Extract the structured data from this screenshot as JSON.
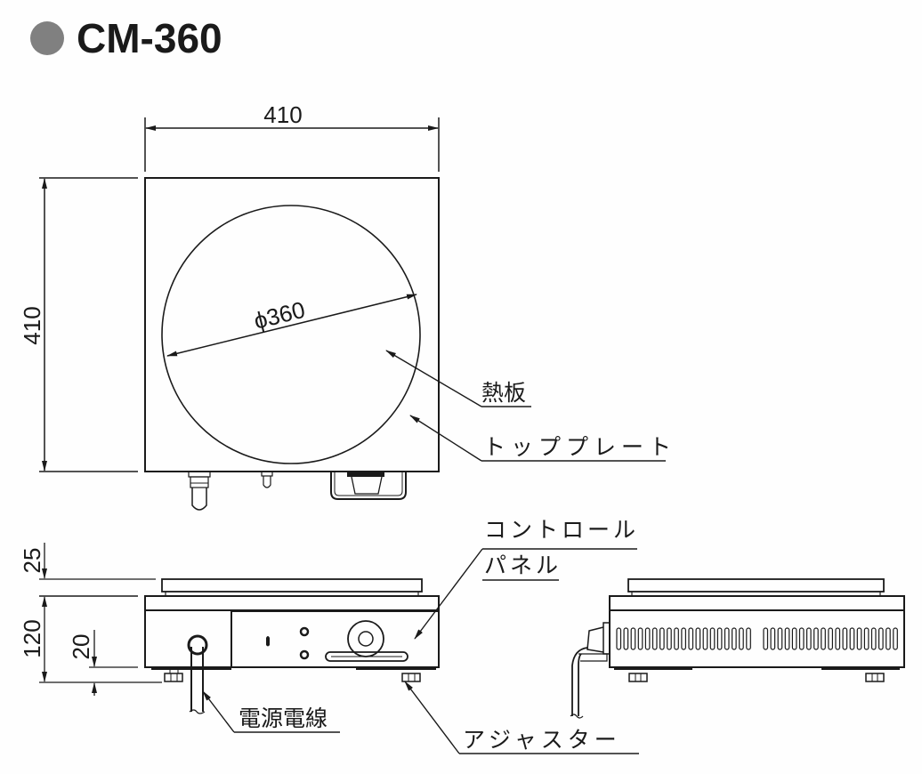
{
  "title": {
    "model": "CM-360",
    "bullet_color": "#808080"
  },
  "dimensions": {
    "top_width": "410",
    "top_depth": "410",
    "plate_diameter": "ϕ360",
    "top_plate_height": "25",
    "body_height": "120",
    "foot_height": "20"
  },
  "labels": {
    "heat_plate": "熱板",
    "top_plate": "トッププレート",
    "control_panel_line1": "コントロール",
    "control_panel_line2": "パネル",
    "power_cord": "電源電線",
    "adjuster": "アジャスター"
  },
  "views": [
    "top-view",
    "front-view",
    "side-view"
  ]
}
